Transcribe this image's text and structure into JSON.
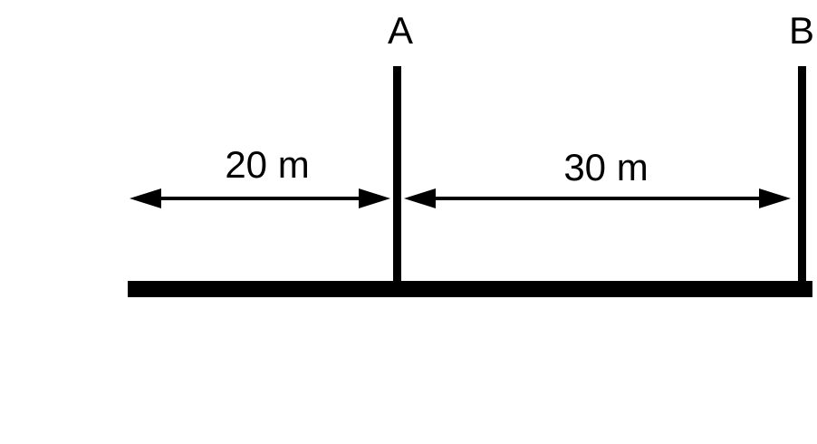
{
  "diagram": {
    "pole_a": {
      "label": "A"
    },
    "pole_b": {
      "label": "B"
    },
    "distance_left": {
      "label": "20 m"
    },
    "distance_right": {
      "label": "30 m"
    },
    "colors": {
      "ink": "#000000",
      "background": "#ffffff"
    }
  }
}
